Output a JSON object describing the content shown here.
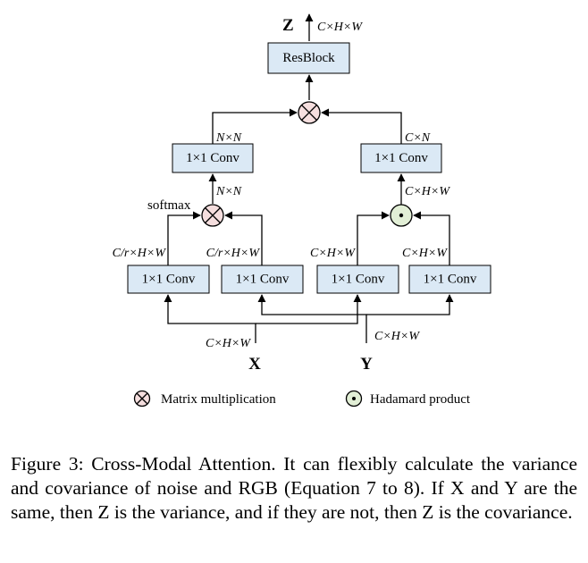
{
  "diagram": {
    "output_label": "Z",
    "output_dim": "C×H×W",
    "resblock_label": "ResBlock",
    "conv_label": "1×1 Conv",
    "left_top_dim": "N×N",
    "left_mid_dim": "N×N",
    "right_top_dim": "C×N",
    "right_mid_dim": "C×H×W",
    "softmax_label": "softmax",
    "branch_dims": [
      "C/r×H×W",
      "C/r×H×W",
      "C×H×W",
      "C×H×W"
    ],
    "input_x_label": "X",
    "input_x_dim": "C×H×W",
    "input_y_label": "Y",
    "input_y_dim": "C×H×W"
  },
  "legend": {
    "matmul_label": "Matrix multiplication",
    "hadamard_label": "Hadamard product",
    "matmul_icon": "circled-times-icon",
    "hadamard_icon": "circled-dot-icon",
    "hadamard_color": "#e2efd6"
  },
  "caption": {
    "text": "Figure 3: Cross-Modal Attention. It can flexibly calculate the variance and covariance of noise and RGB (Equation 7 to 8). If X and Y are the same, then Z is the variance, and if they are not, then Z is the covariance."
  }
}
